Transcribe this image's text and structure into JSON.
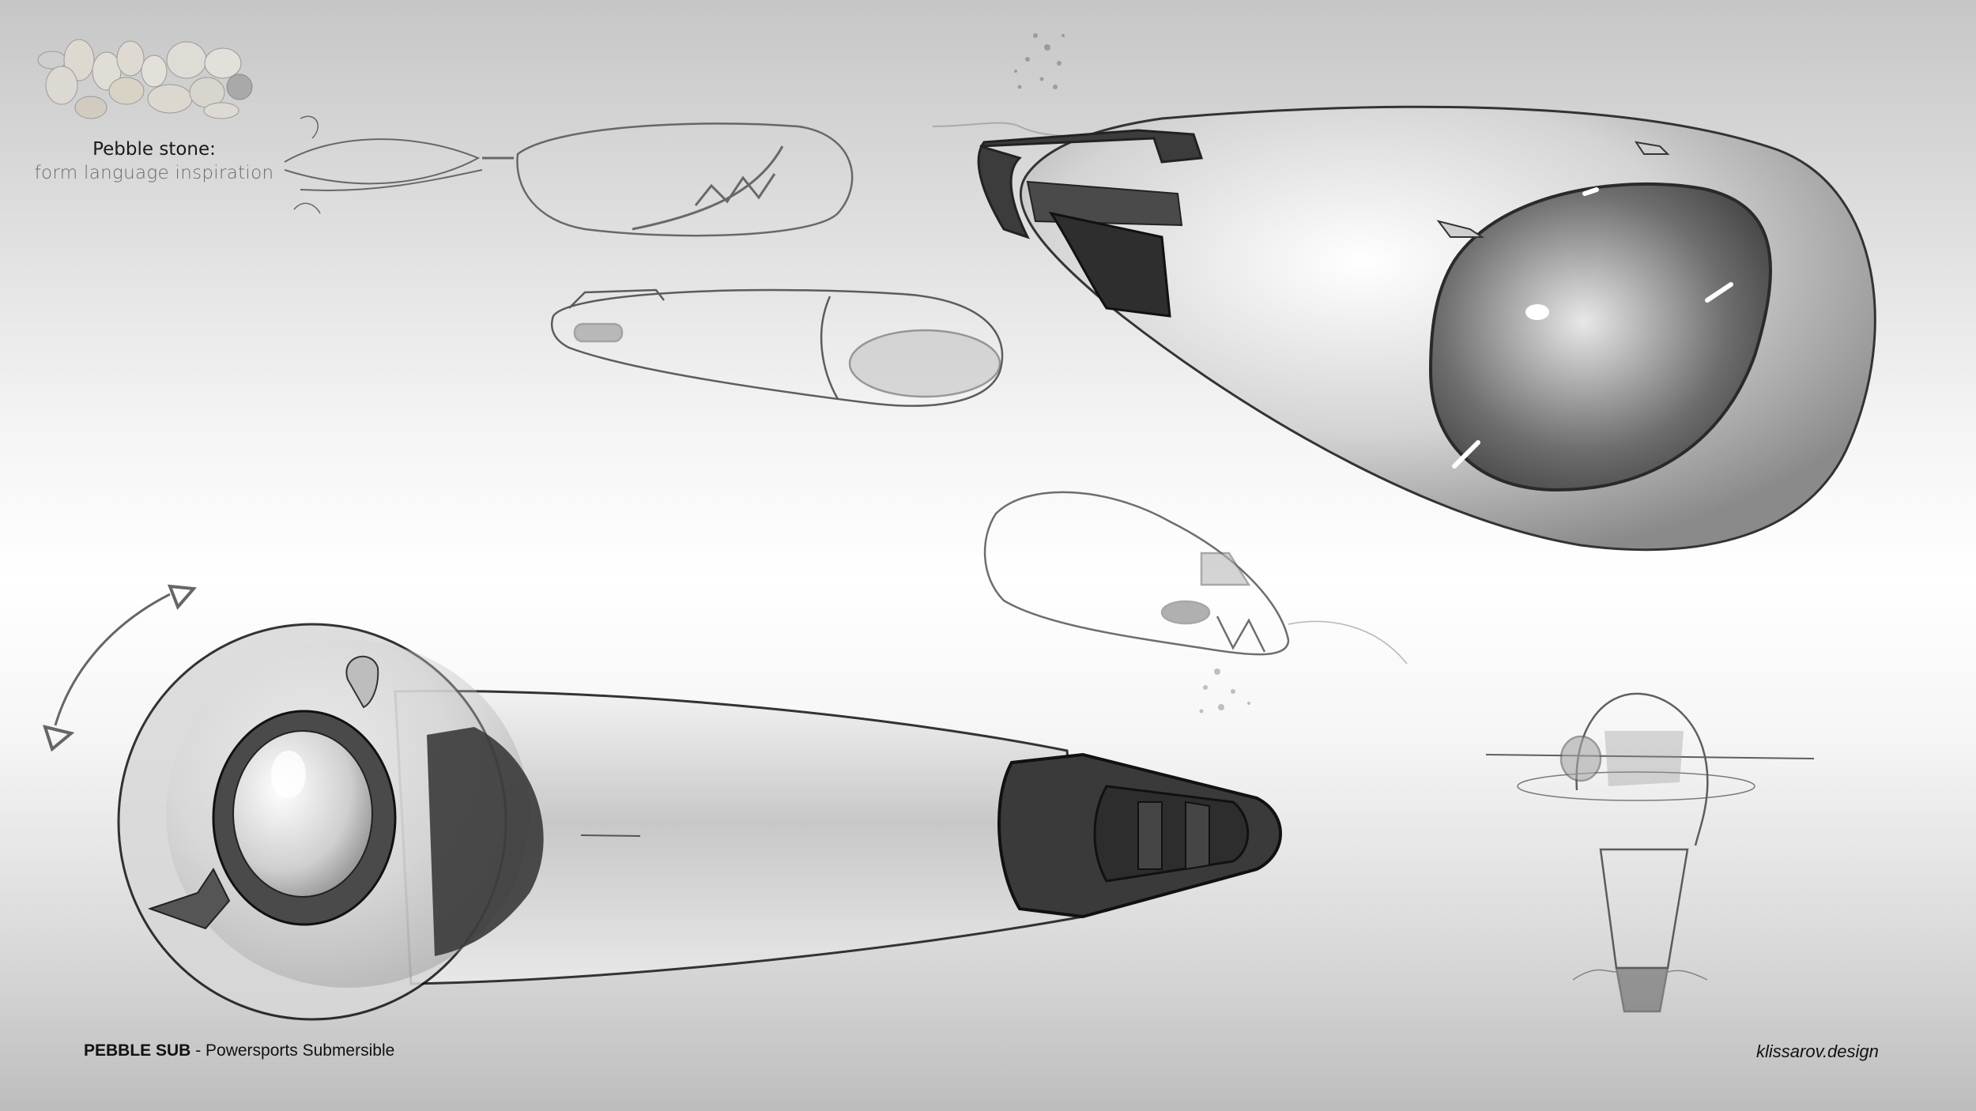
{
  "inspiration": {
    "image_label": "pebble-stones-photo",
    "title": "Pebble stone:",
    "subtitle": "form language inspiration"
  },
  "caption": {
    "product_name": "PEBBLE SUB",
    "separator": " - ",
    "product_type": "Powersports Submersible"
  },
  "signature": "klissarov.design",
  "illustrations": [
    {
      "id": "sketch-top-propulsion",
      "kind": "pencil-sketch",
      "subject": "sub side view with rotating propulsion"
    },
    {
      "id": "sketch-side-cockpit",
      "kind": "pencil-sketch",
      "subject": "sub side view with open cockpit"
    },
    {
      "id": "render-top-right",
      "kind": "rendered",
      "subject": "pebble sub three-quarter front view with transparent canopy"
    },
    {
      "id": "sketch-middle",
      "kind": "pencil-sketch",
      "subject": "sub surfacing with splash"
    },
    {
      "id": "render-bottom-left",
      "kind": "rendered",
      "subject": "pebble sub rear view with thruster and rotating dome"
    },
    {
      "id": "sketch-vertical-float",
      "kind": "pencil-sketch",
      "subject": "sub floating vertically at water surface"
    }
  ],
  "colors": {
    "bg_top": "#c6c6c6",
    "bg_mid": "#ffffff",
    "bg_bottom": "#bdbdbd",
    "dark_trim": "#3c3c3c",
    "shell": "#d9d9d9"
  }
}
